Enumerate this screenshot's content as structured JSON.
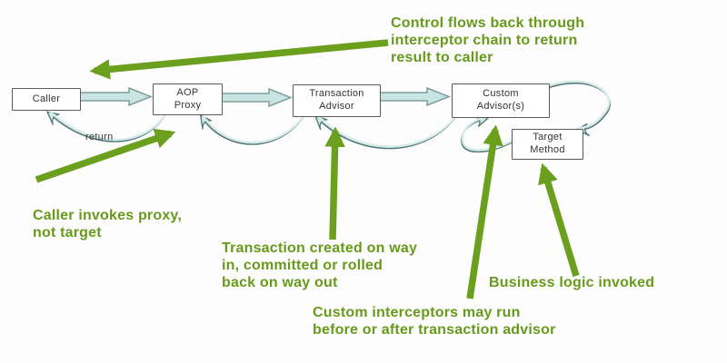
{
  "diagram": {
    "nodes": {
      "caller": "Caller",
      "aop_proxy": "AOP\nProxy",
      "transaction_advisor": "Transaction\nAdvisor",
      "custom_advisors": "Custom\nAdvisor(s)",
      "target_method": "Target\nMethod"
    },
    "edge_labels": {
      "return": "return"
    },
    "annotations": {
      "control_flow": "Control flows back through\ninterceptor chain to return\nresult to caller",
      "caller_invokes": "Caller invokes proxy,\nnot target",
      "transaction_created": "Transaction created on way\nin, committed or rolled\nback on way out",
      "custom_interceptors": "Custom interceptors may run\nbefore or after transaction advisor",
      "business_logic": "Business logic invoked"
    },
    "colors": {
      "annotation_green": "#679a1b",
      "green_arrow": "#6ba01f",
      "flow_arrow_fill": "#cae4e2",
      "flow_arrow_stroke": "#7b9fa0",
      "return_curve_stroke": "#54797c",
      "return_curve_fill": "#cfe8e6",
      "box_border": "#5a5a5a",
      "box_text": "#333333"
    }
  }
}
